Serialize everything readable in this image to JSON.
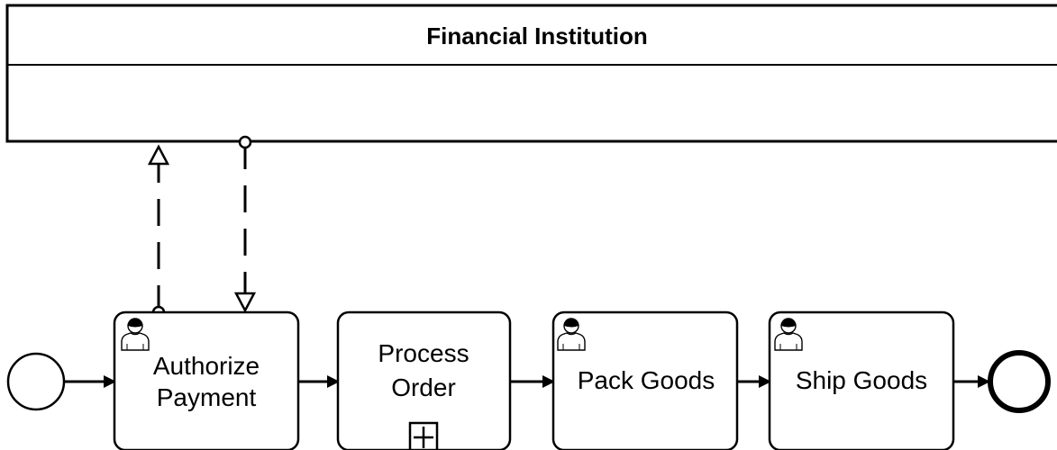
{
  "pool": {
    "title": "Financial Institution"
  },
  "tasks": [
    {
      "id": "authorize",
      "lines": [
        "Authorize",
        "Payment"
      ],
      "type": "user"
    },
    {
      "id": "process",
      "lines": [
        "Process",
        "Order"
      ],
      "type": "subprocess"
    },
    {
      "id": "pack",
      "lines": [
        "Pack Goods"
      ],
      "type": "user"
    },
    {
      "id": "ship",
      "lines": [
        "Ship Goods"
      ],
      "type": "user"
    }
  ],
  "events": {
    "start": "start-event",
    "end": "end-event"
  },
  "icons": {
    "user_task": "user-icon",
    "subprocess_marker": "plus-square-icon"
  },
  "colors": {
    "stroke": "#000000",
    "fill": "#ffffff"
  }
}
